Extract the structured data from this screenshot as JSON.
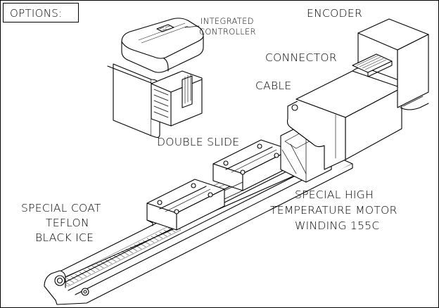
{
  "title": "OPTIONS:",
  "labels": {
    "integrated_controller_line1": "INTEGRATED",
    "integrated_controller_line2": "CONTROLLER",
    "encoder": "ENCODER",
    "connector": "CONNECTOR",
    "cable": "CABLE",
    "double_slide": "DOUBLE SLIDE",
    "special_coat_line1": "SPECIAL COAT",
    "special_coat_line2": "TEFLON",
    "special_coat_line3": "BLACK ICE",
    "motor_line1": "SPECIAL HIGH",
    "motor_line2": "TEMPERATURE MOTOR",
    "motor_line3": "WINDING 155C"
  },
  "colors": {
    "line": "#000000",
    "background": "#ffffff"
  }
}
